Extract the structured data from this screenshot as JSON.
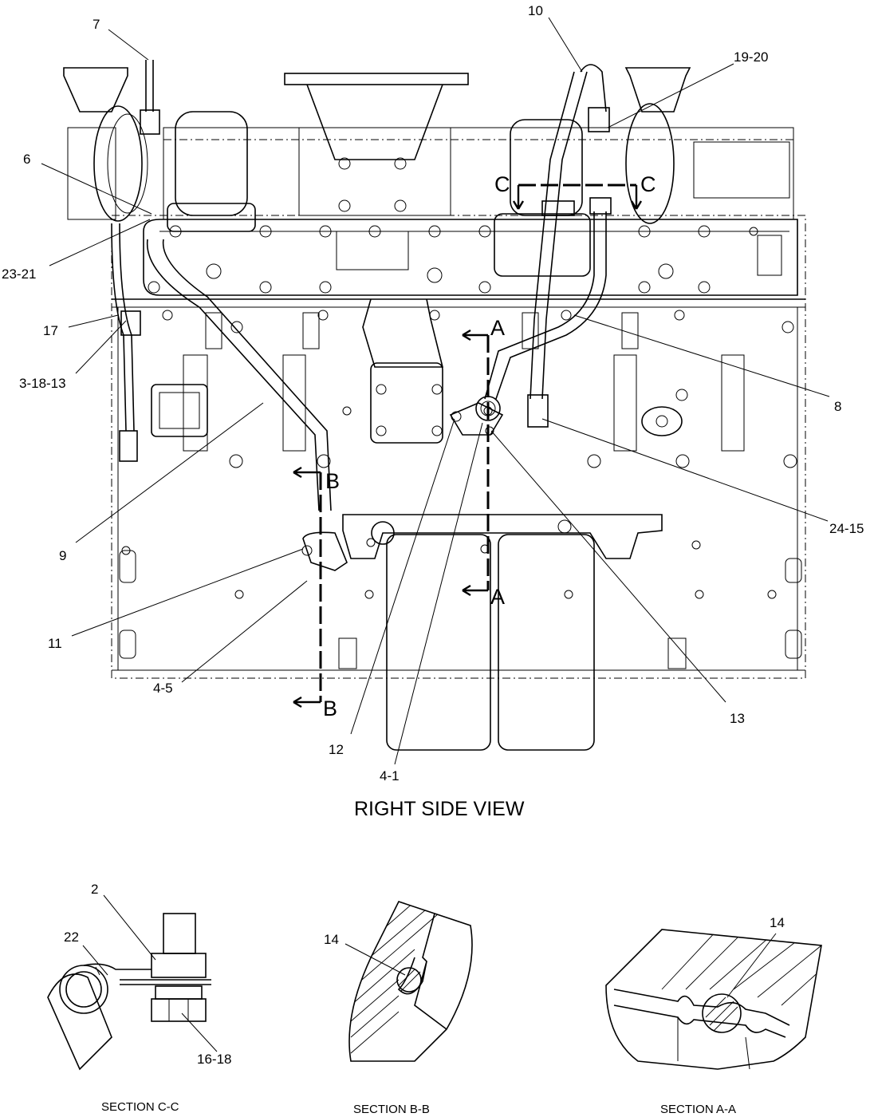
{
  "view_title": "RIGHT SIDE VIEW",
  "callouts": {
    "c7": "7",
    "c10": "10",
    "c19_20": "19-20",
    "c6": "6",
    "c23_21": "23-21",
    "c17": "17",
    "c3_18_13": "3-18-13",
    "c8": "8",
    "c24_15": "24-15",
    "c9": "9",
    "c11": "11",
    "c4_5": "4-5",
    "c12": "12",
    "c4_1": "4-1",
    "c13": "13",
    "c2": "2",
    "c22": "22",
    "c16_18": "16-18",
    "c14_b": "14",
    "c14_a": "14"
  },
  "section_marks": {
    "a": "A",
    "b": "B",
    "c": "C"
  },
  "sections": {
    "cc": "SECTION C-C",
    "bb": "SECTION B-B",
    "aa": "SECTION A-A"
  }
}
